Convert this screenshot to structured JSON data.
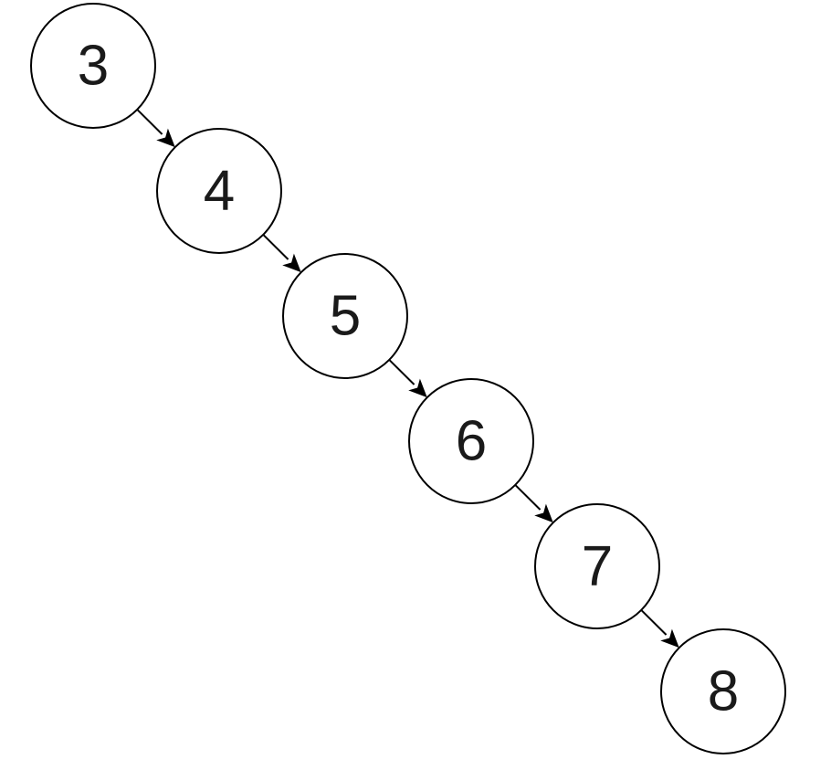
{
  "diagram": {
    "nodes": [
      {
        "id": "n3",
        "label": "3"
      },
      {
        "id": "n4",
        "label": "4"
      },
      {
        "id": "n5",
        "label": "5"
      },
      {
        "id": "n6",
        "label": "6"
      },
      {
        "id": "n7",
        "label": "7"
      },
      {
        "id": "n8",
        "label": "8"
      }
    ],
    "edges": [
      {
        "from": "n3",
        "to": "n4"
      },
      {
        "from": "n4",
        "to": "n5"
      },
      {
        "from": "n5",
        "to": "n6"
      },
      {
        "from": "n6",
        "to": "n7"
      },
      {
        "from": "n7",
        "to": "n8"
      }
    ],
    "colors": {
      "stroke": "#000000",
      "fill": "#ffffff",
      "text": "#1a1a1a"
    }
  }
}
